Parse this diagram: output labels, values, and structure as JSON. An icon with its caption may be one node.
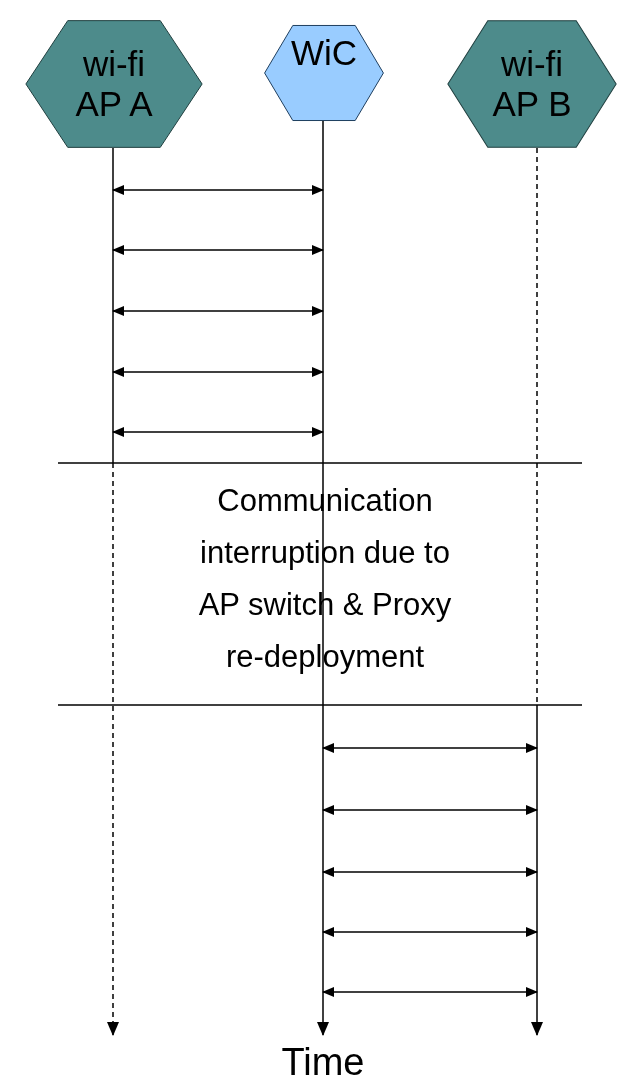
{
  "diagram": {
    "nodes": [
      {
        "text": [
          "wi-fi AP A"
        ]
      },
      {
        "text": [
          "WiC"
        ]
      },
      {
        "text": [
          "wi-fi AP B"
        ]
      }
    ],
    "edges": [
      {
        "from": 0,
        "to": 1,
        "arrow": "both"
      },
      {
        "from": 0,
        "to": 1,
        "arrow": "both"
      },
      {
        "from": 0,
        "to": 1,
        "arrow": "both"
      },
      {
        "from": 0,
        "to": 1,
        "arrow": "both"
      },
      {
        "from": 0,
        "to": 1,
        "arrow": "both"
      },
      {
        "from": 1,
        "to": 2,
        "arrow": "both"
      },
      {
        "from": 1,
        "to": 2,
        "arrow": "both"
      },
      {
        "from": 1,
        "to": 2,
        "arrow": "both"
      },
      {
        "from": 1,
        "to": 2,
        "arrow": "both"
      },
      {
        "from": 1,
        "to": 2,
        "arrow": "both"
      }
    ],
    "labels": [
      "Communication interruption due to AP switch & Proxy re-deployment",
      "Time"
    ]
  }
}
